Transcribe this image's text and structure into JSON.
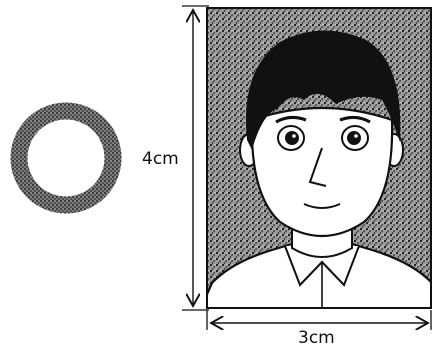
{
  "figure": {
    "ring_symbol": "ring-symbol",
    "photo_subject": "id-photo-young-man-portrait",
    "height_label": "4cm",
    "width_label": "3cm"
  },
  "colors": {
    "ink": "#111111",
    "background": "#ffffff",
    "stipple_dark": "#1a1a1a",
    "stipple_light": "#9a9a9a"
  }
}
